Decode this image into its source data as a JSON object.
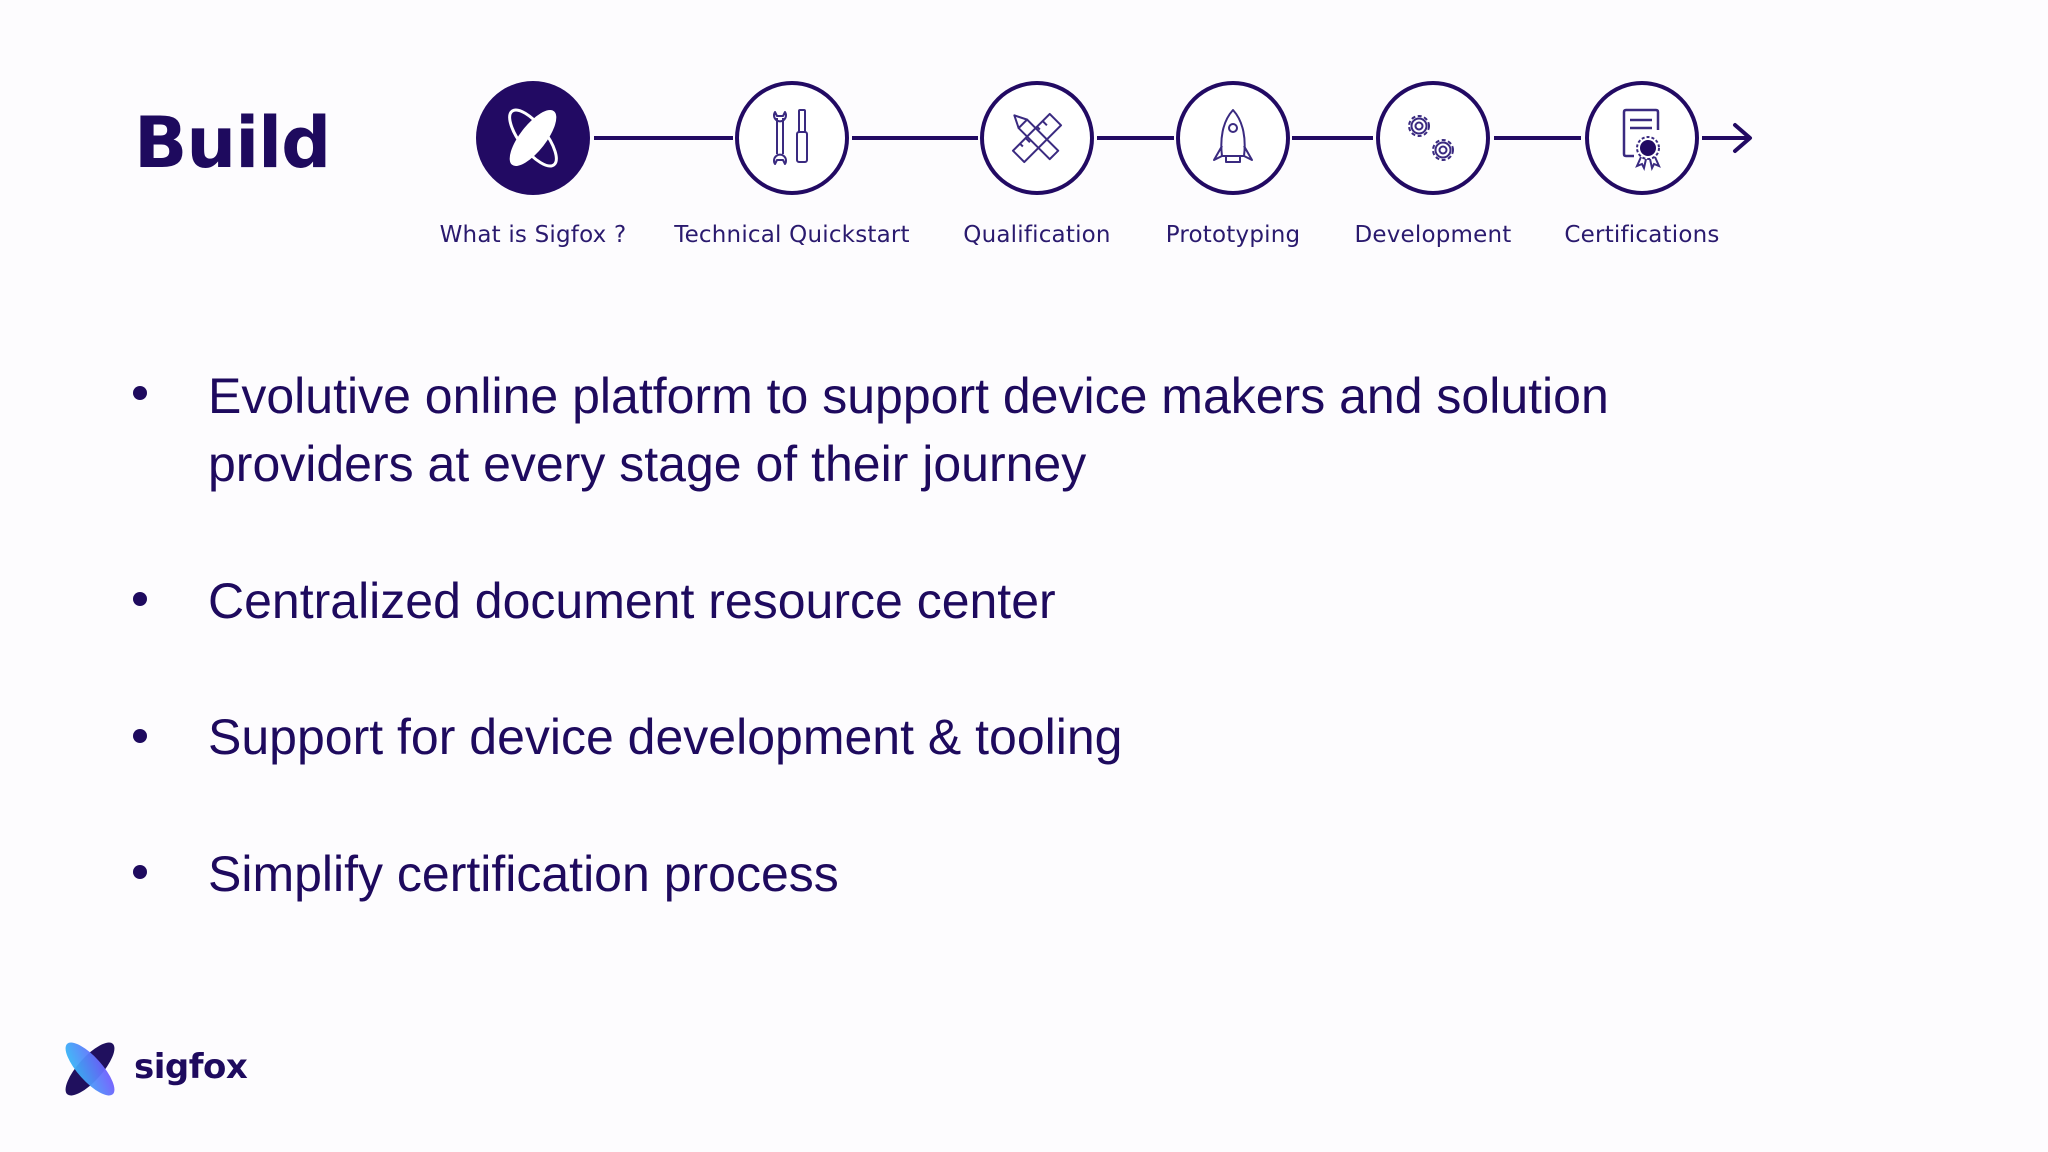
{
  "slide": {
    "title": "Build",
    "background": "#fdfcfe",
    "text_color": "#1e0a5e"
  },
  "journey": {
    "steps": [
      {
        "label": "What is Sigfox ?",
        "icon": "sigfox-butterfly-icon",
        "active": true
      },
      {
        "label": "Technical Quickstart",
        "icon": "wrench-screwdriver-icon",
        "active": false
      },
      {
        "label": "Qualification",
        "icon": "ruler-pencil-icon",
        "active": false
      },
      {
        "label": "Prototyping",
        "icon": "rocket-icon",
        "active": false
      },
      {
        "label": "Development",
        "icon": "gears-icon",
        "active": false
      },
      {
        "label": "Certifications",
        "icon": "certificate-icon",
        "active": false
      }
    ],
    "end_icon": "arrow-right-icon",
    "accent": "#220a63"
  },
  "bullets": [
    {
      "lines": [
        "Evolutive online platform to support device makers and solution",
        "providers at every stage of their journey"
      ]
    },
    {
      "lines": [
        "Centralized document resource center"
      ]
    },
    {
      "lines": [
        "Support for device development & tooling"
      ]
    },
    {
      "lines": [
        "Simplify certification process"
      ]
    }
  ],
  "logo": {
    "wordmark": "sigfox",
    "gradient_start": "#2ec5f5",
    "gradient_end": "#7b4dff",
    "dark": "#20105e"
  }
}
